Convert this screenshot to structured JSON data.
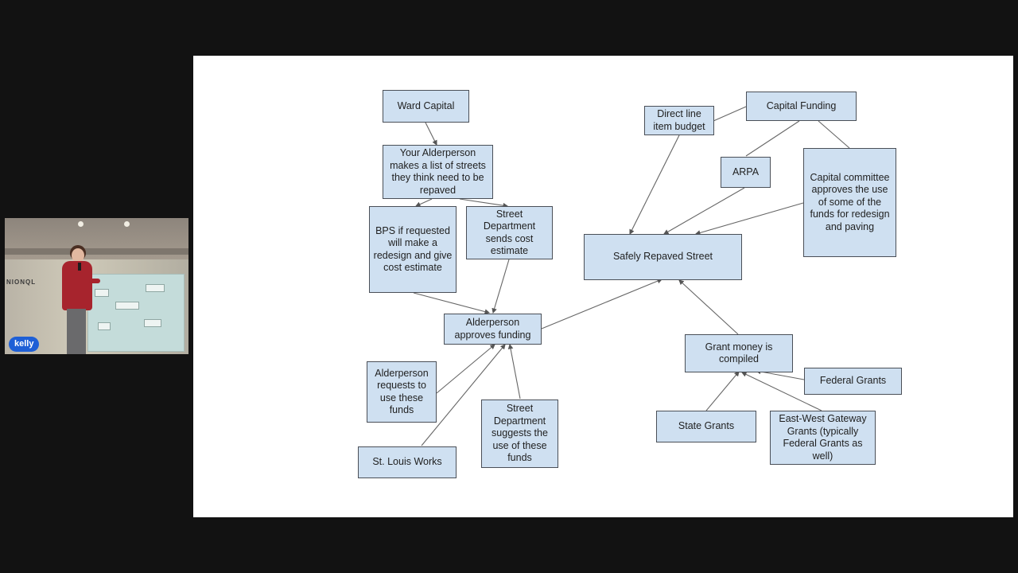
{
  "participant": {
    "name": "kelly"
  },
  "video": {
    "sign_text": "NIONQL"
  },
  "diagram": {
    "nodes": {
      "ward_capital": "Ward Capital",
      "your_alderperson": "Your Alderperson makes a list of streets they think need to be repaved",
      "bps": "BPS if requested will make a redesign and give cost estimate",
      "street_dept_cost": "Street Department sends cost estimate",
      "alderperson_approves": "Alderperson approves funding",
      "alderperson_requests": "Alderperson requests to use these funds",
      "st_louis_works": "St. Louis Works",
      "street_dept_suggests": "Street Department suggests the use of these funds",
      "direct_line": "Direct line item budget",
      "capital_funding": "Capital Funding",
      "arpa": "ARPA",
      "capital_committee": "Capital committee approves the use of some of the funds for redesign and paving",
      "safely_repaved": "Safely Repaved Street",
      "grant_money": "Grant money is compiled",
      "federal_grants": "Federal Grants",
      "state_grants": "State Grants",
      "east_west": "East-West Gateway Grants (typically Federal Grants as well)"
    }
  }
}
